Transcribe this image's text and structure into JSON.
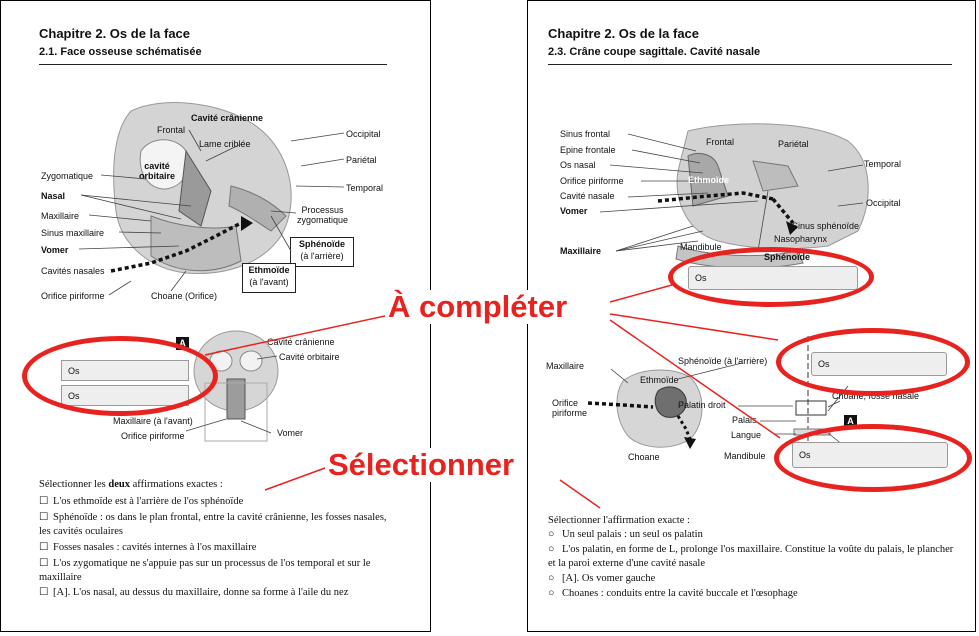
{
  "left": {
    "title": "Chapitre 2. Os de la face",
    "subtitle": "2.1. Face osseuse schématisée",
    "labels": {
      "cavite_cranienne": "Cavité crânienne",
      "frontal": "Frontal",
      "lame_criblee": "Lame criblée",
      "occipital": "Occipital",
      "cavite_orbitaire": "cavité\norbitaire",
      "parietal": "Pariétal",
      "zygomatique": "Zygomatique",
      "temporal": "Temporal",
      "nasal": "Nasal",
      "processus_zygomatique": "Processus\nzygomatique",
      "maxillaire": "Maxillaire",
      "sinus_maxillaire": "Sinus maxillaire",
      "vomer": "Vomer",
      "sphenoide": "Sphénoïde",
      "sphenoide_note": "(à l'arrière)",
      "cavites_nasales": "Cavités nasales",
      "ethmoide": "Ethmoïde",
      "ethmoide_note": "(à l'avant)",
      "orifice_piriforme": "Orifice piriforme",
      "choane": "Choane (Orifice)"
    },
    "diagram2": {
      "badge": "A",
      "cavite_cranienne": "Cavité crânienne",
      "cavite_orbitaire": "Cavité orbitaire",
      "field1": "Os",
      "field2": "Os",
      "maxillaire": "Maxillaire (à l'avant)",
      "orifice": "Orifice piriforme",
      "vomer": "Vomer"
    },
    "question": {
      "prefix": "Sélectionner les ",
      "bold": "deux",
      "suffix": " affirmations exactes :"
    },
    "options": [
      "L'os ethmoïde est à l'arrière de l'os sphénoïde",
      "Sphénoïde : os dans le plan frontal, entre la cavité crânienne, les fosses nasales, les cavités oculaires",
      "Fosses nasales : cavités internes à l'os maxillaire",
      "L'os zygomatique ne s'appuie pas sur un processus de l'os temporal et sur le maxillaire",
      "[A]. L'os nasal, au dessus du maxillaire, donne sa forme à l'aile du nez"
    ],
    "checkbox_symbol": "☐"
  },
  "right": {
    "title": "Chapitre 2. Os de la face",
    "subtitle": "2.3. Crâne coupe sagittale. Cavité nasale",
    "labels": {
      "frontal": "Frontal",
      "parietal": "Pariétal",
      "sinus_frontal": "Sinus frontal",
      "epine_frontale": "Epine frontale",
      "os_nasal": "Os nasal",
      "temporal": "Temporal",
      "ethmoide": "Ethmoïde",
      "orifice_piriforme": "Orifice piriforme",
      "cavite_nasale": "Cavité nasale",
      "occipital": "Occipital",
      "vomer": "Vomer",
      "sinus_sphenoide": "Sinus sphénoïde",
      "nasopharynx": "Nasopharynx",
      "maxillaire": "Maxillaire",
      "mandibule": "Mandibule",
      "sphenoide": "Sphénoïde"
    },
    "field1": "Os",
    "diagram2": {
      "maxillaire": "Maxillaire",
      "sphenoide": "Sphénoïde (à l'arrière)",
      "ethmoide": "Ethmoïde",
      "orifice": "Orifice\npiriforme",
      "palatin": "Palatin  droit",
      "choane_fosse": "Choane, fosse nasale",
      "palais": "Palais",
      "langue": "Langue",
      "choane": "Choane",
      "mandibule": "Mandibule",
      "badge": "A",
      "field2": "Os",
      "field3": "Os"
    },
    "question": "Sélectionner l'affirmation exacte :",
    "options": [
      "Un seul palais : un seul os palatin",
      "L'os palatin, en forme de L, prolonge l'os maxillaire. Constitue la voûte du palais, le plancher et la paroi externe d'une cavité nasale",
      "[A]. Os vomer gauche",
      "Choanes : conduits entre la cavité buccale et l'œsophage"
    ],
    "radio_symbol": "○"
  },
  "callouts": {
    "complete": "À compléter",
    "select": "Sélectionner"
  },
  "colors": {
    "accent": "#e8231f",
    "field_bg": "#eeeeee",
    "bone": "#cfcfcf"
  }
}
